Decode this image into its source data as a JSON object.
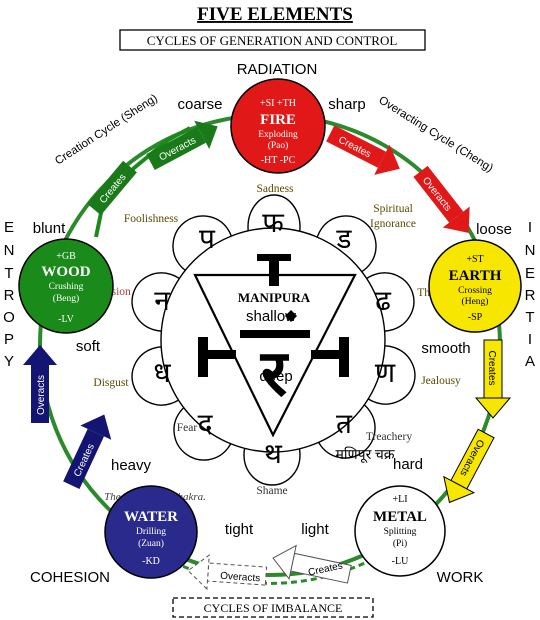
{
  "title": "FIVE ELEMENTS",
  "subtitle": "CYCLES OF GENERATION AND CONTROL",
  "footer": "CYCLES OF IMBALANCE",
  "sides": {
    "top": "RADIATION",
    "left_vertical": "ENTROPY",
    "right_vertical": "INERTIA",
    "bottom_left": "COHESION",
    "bottom_right": "WORK"
  },
  "cycles": {
    "creation": "Creation Cycle (Sheng)",
    "overacting": "Overacting Cycle (Cheng)"
  },
  "arrow_labels": {
    "creates": "Creates",
    "overacts": "Overacts"
  },
  "elements": {
    "fire": {
      "top": "+SI  +TH",
      "name": "FIRE",
      "line1": "Exploding",
      "line2": "(Pao)",
      "bottom": "-HT  -PC",
      "color": "#e01818"
    },
    "earth": {
      "top": "+ST",
      "name": "EARTH",
      "line1": "Crossing",
      "line2": "(Heng)",
      "bottom": "-SP",
      "color": "#f6e600"
    },
    "metal": {
      "top": "+LI",
      "name": "METAL",
      "line1": "Splitting",
      "line2": "(Pi)",
      "bottom": "-LU",
      "color": "#ffffff"
    },
    "water": {
      "top": "",
      "name": "WATER",
      "line1": "Drilling",
      "line2": "(Zuan)",
      "bottom": "-KD",
      "color": "#2a2a8c"
    },
    "wood": {
      "top": "+GB",
      "name": "WOOD",
      "line1": "Crushing",
      "line2": "(Beng)",
      "bottom": "-LV",
      "color": "#1a8a1a"
    }
  },
  "qualities": {
    "coarse": "coarse",
    "sharp": "sharp",
    "blunt": "blunt",
    "loose": "loose",
    "soft": "soft",
    "smooth": "smooth",
    "heavy": "heavy",
    "hard": "hard",
    "tight": "tight",
    "light": "light",
    "shallow": "shallow",
    "deep": "deep"
  },
  "emotions": {
    "sadness": "Sadness",
    "foolishness": "Foolishness",
    "spiritual": "Spiritual",
    "ignorance": "Ignorance",
    "delusion": "Delusion",
    "thirst": "Thirst",
    "disgust": "Disgust",
    "jealousy": "Jealousy",
    "treachery": "Treachery",
    "fear": "Fear",
    "shame": "Shame"
  },
  "chakra": {
    "name": "MANIPURA",
    "native": "मणिपूर चक्र",
    "caption": "The Manipura Chakra.",
    "petals": [
      "ड",
      "ढ",
      "ण",
      "त",
      "थ",
      "द",
      "ध",
      "न",
      "प",
      "फ"
    ],
    "center_glyph": "र"
  }
}
